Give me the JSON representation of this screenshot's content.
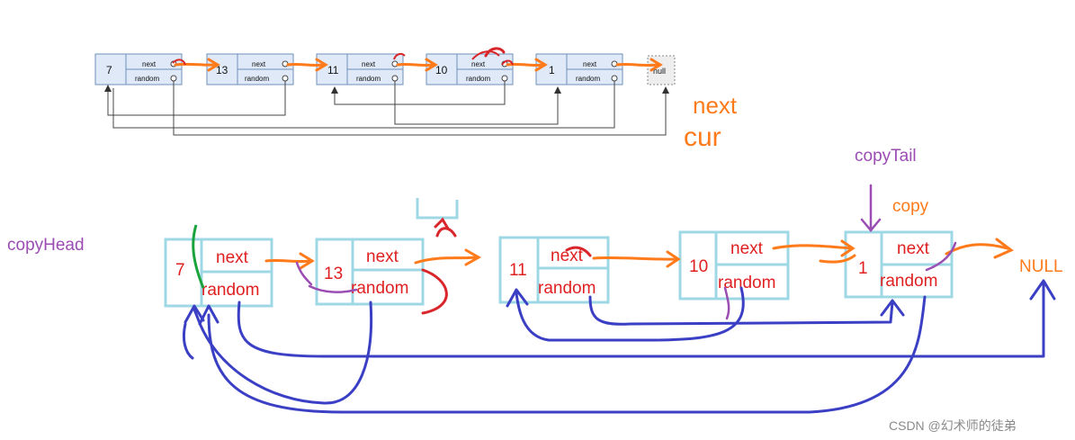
{
  "top_list": {
    "nodes": [
      {
        "val": "7",
        "next_label": "next",
        "random_label": "random"
      },
      {
        "val": "13",
        "next_label": "next",
        "random_label": "random"
      },
      {
        "val": "11",
        "next_label": "next",
        "random_label": "random"
      },
      {
        "val": "10",
        "next_label": "next",
        "random_label": "random"
      },
      {
        "val": "1",
        "next_label": "next",
        "random_label": "random"
      }
    ],
    "null_label": "null"
  },
  "annotations": {
    "next": "next",
    "cur": "cur",
    "copyTail": "copyTail",
    "copy": "copy",
    "copyHead": "copyHead"
  },
  "copy_list": {
    "nodes": [
      {
        "val": "7",
        "next_label": "next",
        "random_label": "random"
      },
      {
        "val": "13",
        "next_label": "next",
        "random_label": "random"
      },
      {
        "val": "11",
        "next_label": "next",
        "random_label": "random"
      },
      {
        "val": "10",
        "next_label": "next",
        "random_label": "random"
      },
      {
        "val": "1",
        "next_label": "next",
        "random_label": "random"
      }
    ],
    "null_label": "NULL"
  },
  "watermark": "CSDN @幻术师的徒弟",
  "colors": {
    "box_top": "#dfe9f7",
    "box_top_stroke": "#6f8fb8",
    "box_bottom_stroke": "#9ed8e4",
    "red_text": "#e02020",
    "orange": "#ff7a1a",
    "purple": "#9b4db3",
    "blue": "#3b3fc4",
    "green": "#1aa33b"
  }
}
